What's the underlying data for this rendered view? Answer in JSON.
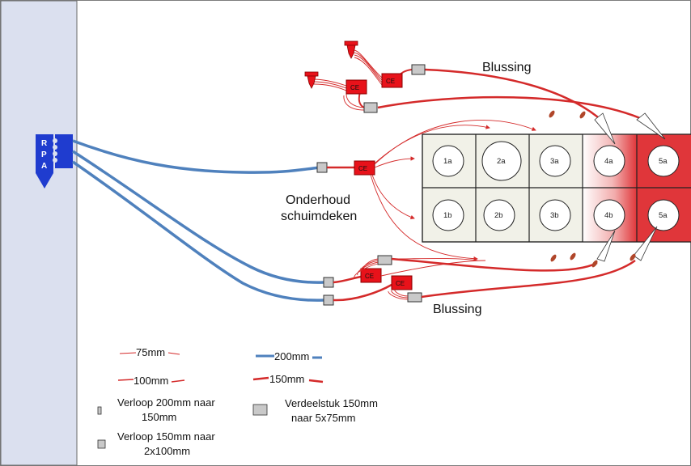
{
  "labels": {
    "blussing_top": "Blussing",
    "blussing_bottom": "Blussing",
    "onderhoud_line1": "Onderhoud",
    "onderhoud_line2": "schuimdeken",
    "ce": "CE",
    "rpa": [
      "R",
      "P",
      "A"
    ]
  },
  "tanks": [
    "1a",
    "2a",
    "3a",
    "4a",
    "5a",
    "1b",
    "2b",
    "3b",
    "4b",
    "5a"
  ],
  "legend": {
    "hose_75": "75mm",
    "hose_100": "100mm",
    "hose_200": "200mm",
    "hose_150": "150mm",
    "reducer_200_line1": "Verloop 200mm naar",
    "reducer_200_line2": "150mm",
    "reducer_150_line1": "Verloop 150mm naar",
    "reducer_150_line2": "2x100mm",
    "manifold_line1": "Verdeelstuk 150mm",
    "manifold_line2": "naar 5x75mm"
  },
  "colors": {
    "panel": "#dbe0ef",
    "blue_hose": "#4f81bd",
    "red_hose": "#d42a2a",
    "ce_fill": "#e8121a",
    "tank_hot": "#e0363a",
    "tank_light": "#f1f1e8",
    "rpa": "#1f3ccf"
  }
}
